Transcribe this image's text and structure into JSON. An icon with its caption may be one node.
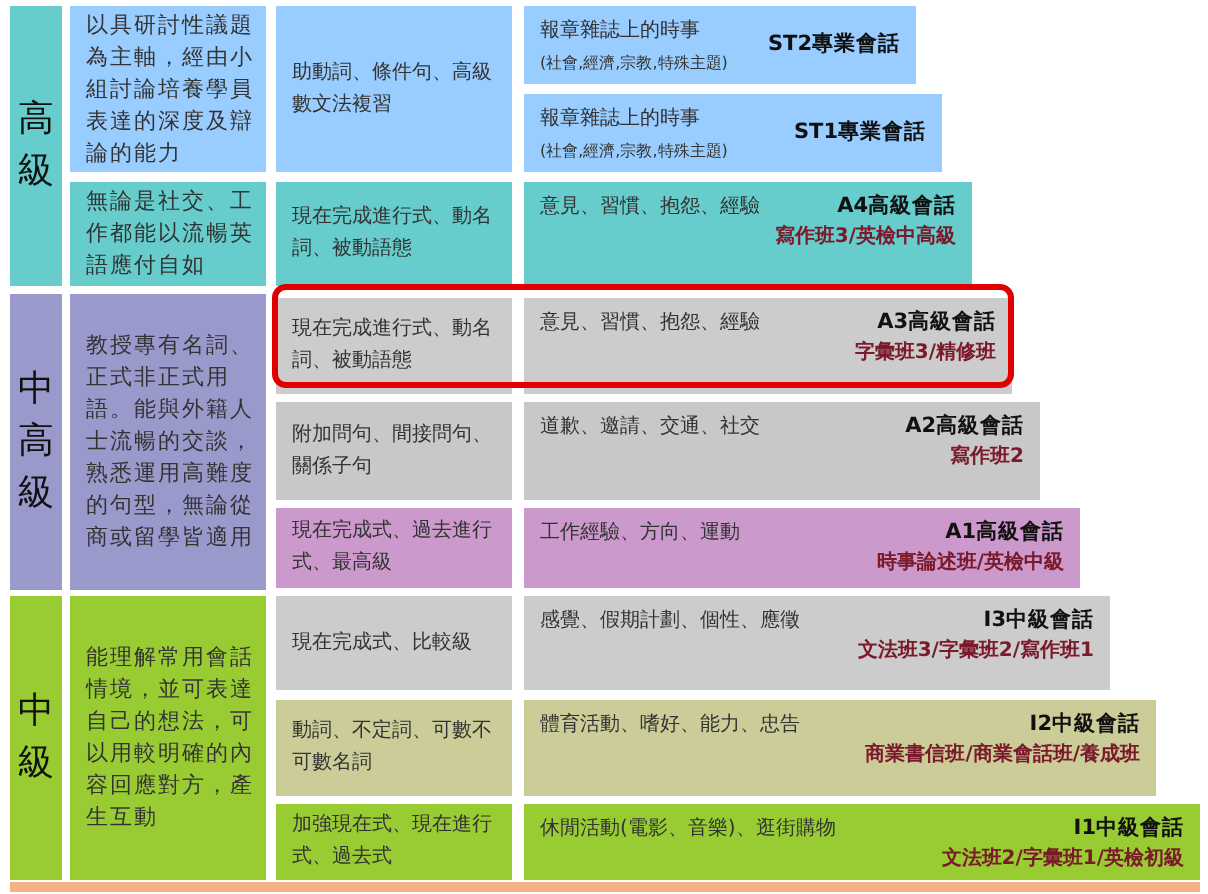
{
  "diagram": {
    "nodes": [
      {
        "text": [
          "高級"
        ]
      },
      {
        "text": [
          "以具研討性議題為主軸，經由小組討論培養學員表達的深度及辯論的能力"
        ]
      },
      {
        "text": [
          "助動詞、條件句、高級數文法複習"
        ]
      },
      {
        "text": [
          "報章雜誌上的時事",
          "(社會,經濟,宗教,特殊主題)",
          "ST2專業會話"
        ]
      },
      {
        "text": [
          "報章雜誌上的時事",
          "(社會,經濟,宗教,特殊主題)",
          "ST1專業會話"
        ]
      },
      {
        "text": [
          "無論是社交、工作都能以流暢英語應付自如"
        ]
      },
      {
        "text": [
          "現在完成進行式、動名詞、被動語態"
        ]
      },
      {
        "text": [
          "意見、習慣、抱怨、經驗",
          "A4高級會話",
          "寫作班3/英檢中高級"
        ]
      },
      {
        "text": [
          "中高級"
        ]
      },
      {
        "text": [
          "教授專有名詞、正式非正式用語。能與外籍人士流暢的交談，熟悉運用高難度的句型，無論從商或留學皆適用"
        ]
      },
      {
        "text": [
          "現在完成進行式、動名詞、被動語態"
        ]
      },
      {
        "text": [
          "意見、習慣、抱怨、經驗",
          "A3高級會話",
          "字彙班3/精修班"
        ]
      },
      {
        "text": [
          "附加問句、間接問句、關係子句"
        ]
      },
      {
        "text": [
          "道歉、邀請、交通、社交",
          "A2高級會話",
          "寫作班2"
        ]
      },
      {
        "text": [
          "現在完成式、過去進行式、最高級"
        ]
      },
      {
        "text": [
          "工作經驗、方向、運動",
          "A1高級會話",
          "時事論述班/英檢中級"
        ]
      },
      {
        "text": [
          "中級"
        ]
      },
      {
        "text": [
          "能理解常用會話情境，並可表達自己的想法，可以用較明確的內容回應對方，產生互動"
        ]
      },
      {
        "text": [
          "現在完成式、比較級"
        ]
      },
      {
        "text": [
          "感覺、假期計劃、個性、應徵",
          "I3中級會話",
          "文法班3/字彙班2/寫作班1"
        ]
      },
      {
        "text": [
          "動詞、不定詞、可數不可數名詞"
        ]
      },
      {
        "text": [
          "體育活動、嗜好、能力、忠告",
          "I2中級會話",
          "商業書信班/商業會話班/養成班"
        ]
      },
      {
        "text": [
          "加強現在式、現在進行式、過去式"
        ]
      },
      {
        "text": [
          "休閒活動(電影、音樂)、逛街購物",
          "I1中級會話",
          "文法班2/字彙班1/英檢初級"
        ]
      }
    ]
  }
}
